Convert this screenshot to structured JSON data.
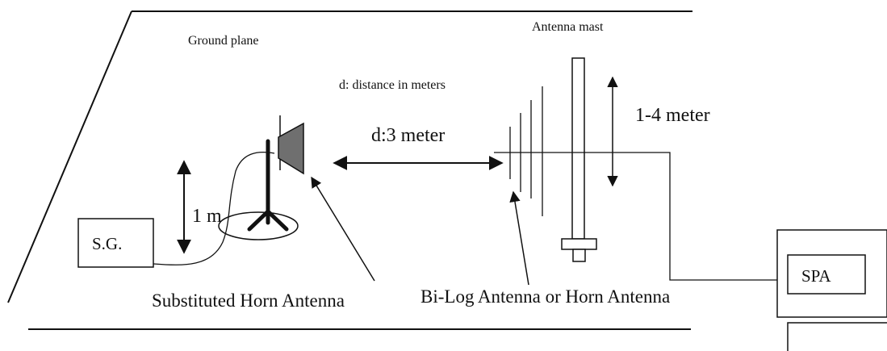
{
  "labels": {
    "ground_plane": "Ground plane",
    "antenna_mast": "Antenna mast",
    "distance_note": "d: distance in meters",
    "distance_value": "d:3 meter",
    "height_range": "1-4 meter",
    "height_1m": "1 m",
    "signal_generator": "S.G.",
    "spectrum_analyzer": "SPA",
    "substituted_horn": "Substituted Horn Antenna",
    "receive_antenna": "Bi-Log Antenna or Horn Antenna"
  },
  "colors": {
    "line": "#111111",
    "horn_fill": "#6f6f6f"
  }
}
